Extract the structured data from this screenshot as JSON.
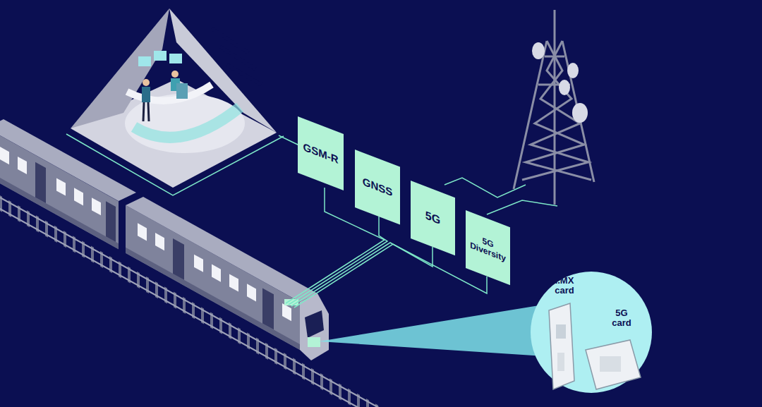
{
  "diagram": {
    "nodes": [
      {
        "text": [
          "GSM-R"
        ]
      },
      {
        "text": [
          "GNSS"
        ]
      },
      {
        "text": [
          "5G"
        ]
      },
      {
        "text": [
          "5G Diversity"
        ]
      },
      {
        "text": [
          "i.MX card",
          "5G card"
        ]
      }
    ]
  }
}
